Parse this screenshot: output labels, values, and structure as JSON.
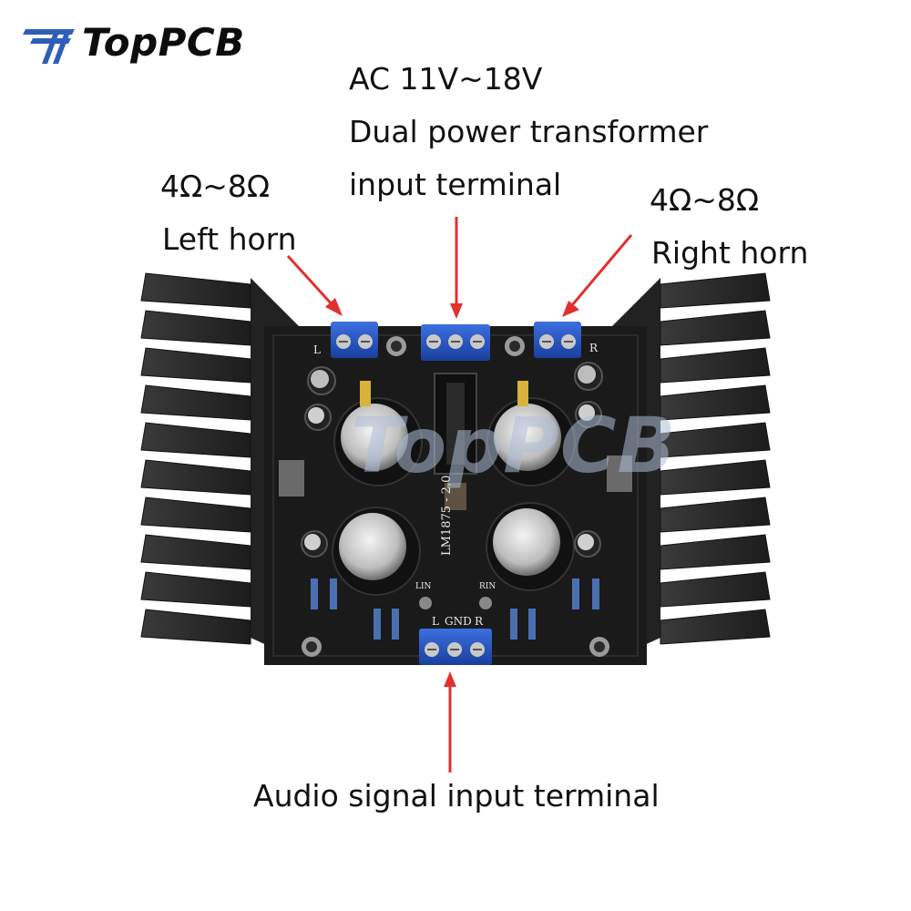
{
  "logo": {
    "text": "TopPCB",
    "watermark_text": "TopPCB",
    "icon": "toppcb-logo-icon"
  },
  "annotations": {
    "power_voltage": "AC 11V~18V",
    "power_line2": "Dual power transformer",
    "power_line3": "input terminal",
    "left_impedance": "4Ω~8Ω",
    "left_label": "Left horn",
    "right_impedance": "4Ω~8Ω",
    "right_label": "Right horn",
    "audio_label": "Audio signal input terminal"
  },
  "board": {
    "model": "LM1875 - 2.0",
    "input_labels": {
      "left": "L",
      "gnd": "GND",
      "right": "R"
    },
    "lin": "LIN",
    "rin": "RIN",
    "left_mark": "L",
    "right_mark": "R"
  },
  "colors": {
    "arrow": "#e0312f",
    "terminal": "#1f4fc2",
    "board": "#1b1b1b",
    "heatsink": "#2a2a2a",
    "logo_accent": "#2e5fb8"
  }
}
